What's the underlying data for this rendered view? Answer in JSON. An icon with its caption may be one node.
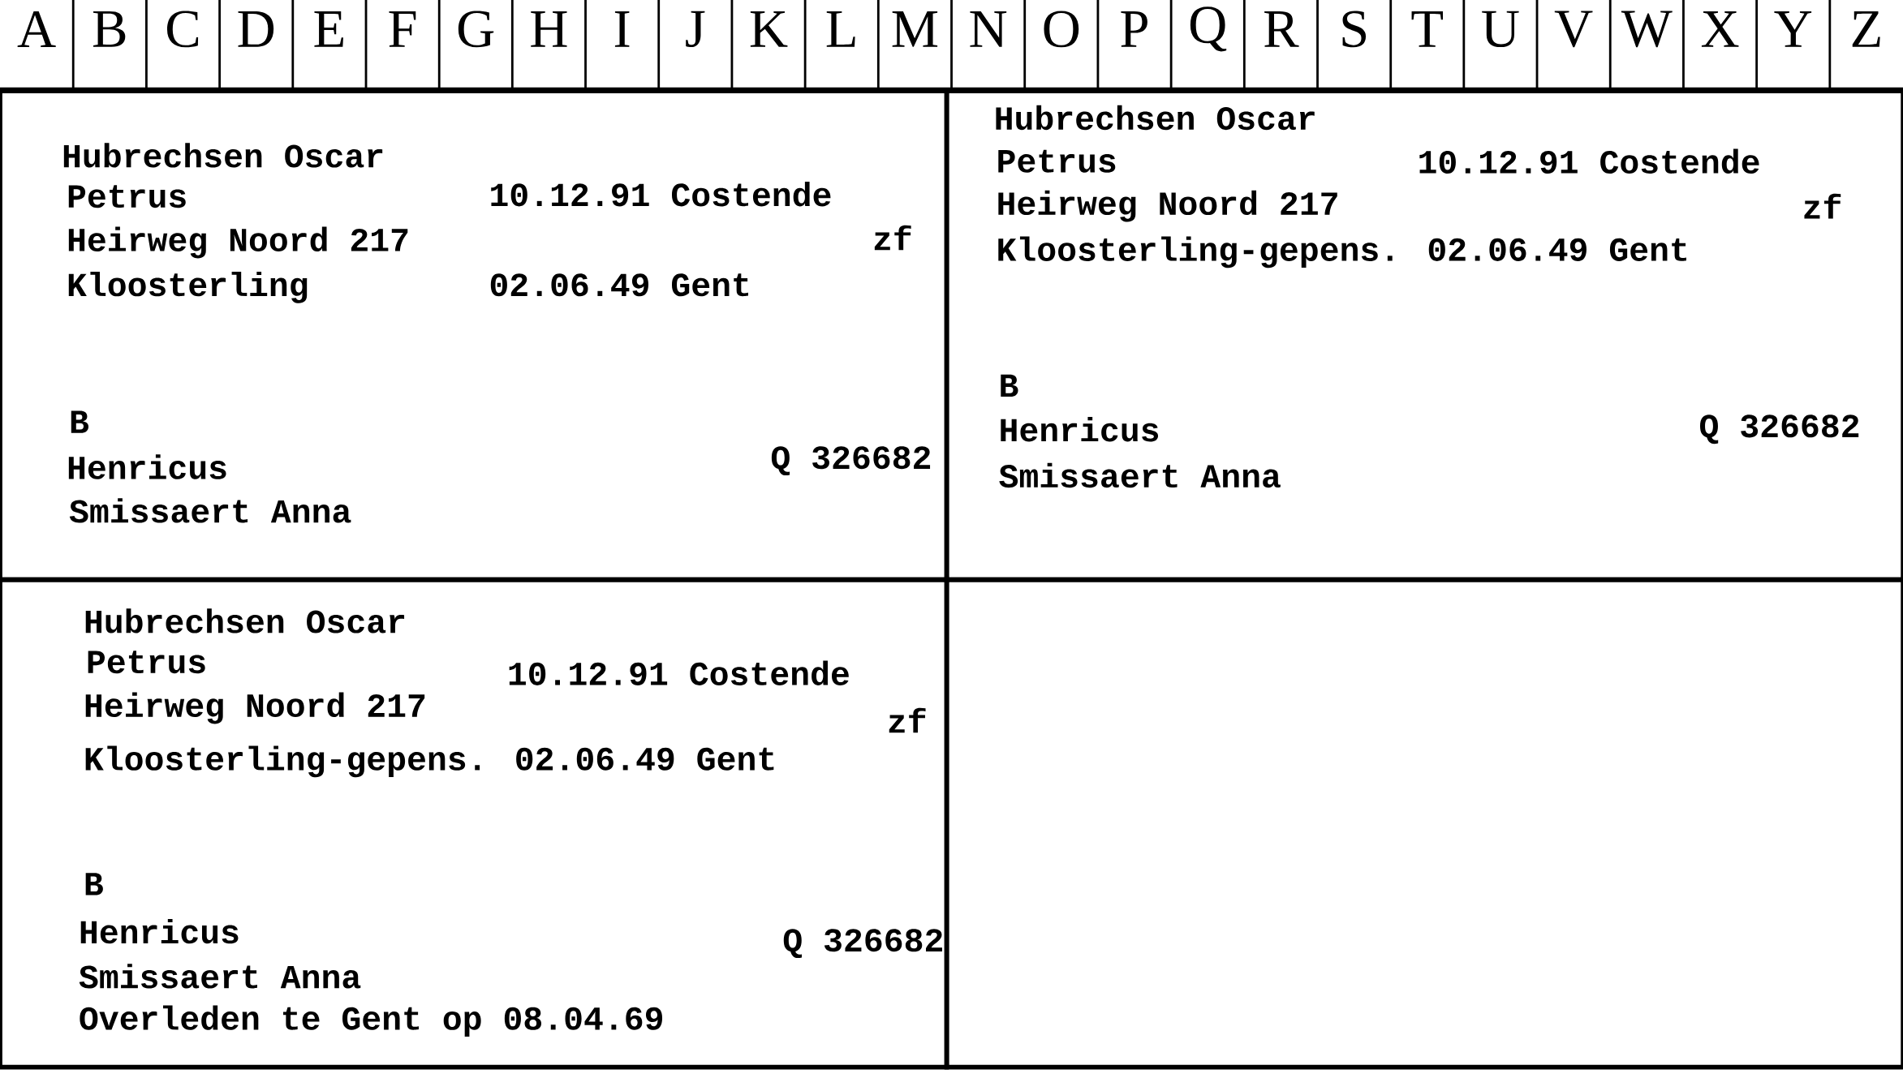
{
  "diagram": {
    "nodes": [
      {
        "text": [
          "Hubrechsen Oscar",
          "Petrus",
          "10.12.91 Costende",
          "Heirweg Noord 217",
          "zf",
          "Kloosterling",
          "02.06.49 Gent",
          "B",
          "Henricus",
          "Q 326682",
          "Smissaert Anna"
        ]
      },
      {
        "text": [
          "Hubrechsen Oscar",
          "Petrus",
          "10.12.91 Costende",
          "Heirweg Noord 217",
          "zf",
          "Kloosterling-gepens. 02.06.49 Gent",
          "B",
          "Henricus",
          "Q 326682",
          "Smissaert Anna"
        ]
      },
      {
        "text": [
          "Hubrechsen Oscar",
          "Petrus",
          "10.12.91 Costende",
          "Heirweg Noord 217",
          "zf",
          "Kloosterling-gepens. 02.06.49 Gent",
          "B",
          "Henricus",
          "Q 326682",
          "Smissaert Anna",
          "Overleden te Gent op 08.04.69"
        ]
      },
      {
        "text": [],
        "shape": "box"
      }
    ],
    "edges": [],
    "labels": [
      "A",
      "B",
      "C",
      "D",
      "E",
      "F",
      "G",
      "H",
      "I",
      "J",
      "K",
      "L",
      "M",
      "N",
      "O",
      "P",
      "Q",
      "R",
      "S",
      "T",
      "U",
      "V",
      "W",
      "X",
      "Y",
      "Z"
    ]
  }
}
